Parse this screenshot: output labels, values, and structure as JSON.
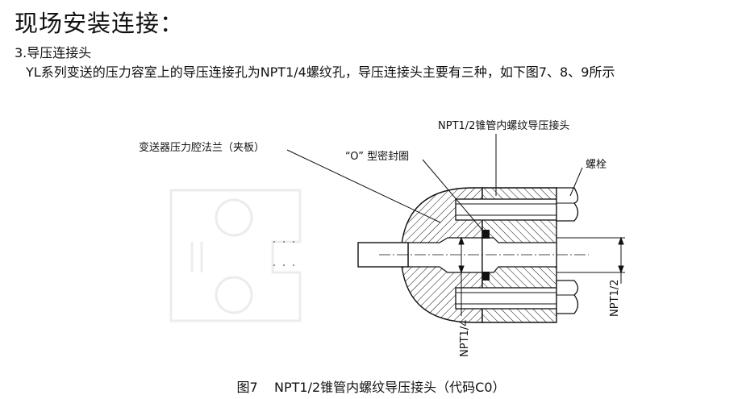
{
  "page_title": "现场安装连接：",
  "section_title": "3.导压连接头",
  "intro_text": "YL系列变送的压力容室上的导压连接孔为NPT1/4螺纹孔，导压连接头主要有三种，如下图7、8、9所示",
  "figure": {
    "labels": {
      "flange": "变送器压力腔法兰（夹板）",
      "o_ring": "“O” 型密封圈",
      "connector": "NPT1/2锥管内螺纹导压接头",
      "bolt": "螺栓",
      "npt_half": "NPT1/2",
      "npt_quarter": "NPT1/4"
    },
    "caption": "图7    NPT1/2锥管内螺纹导压接头（代码C0）"
  }
}
